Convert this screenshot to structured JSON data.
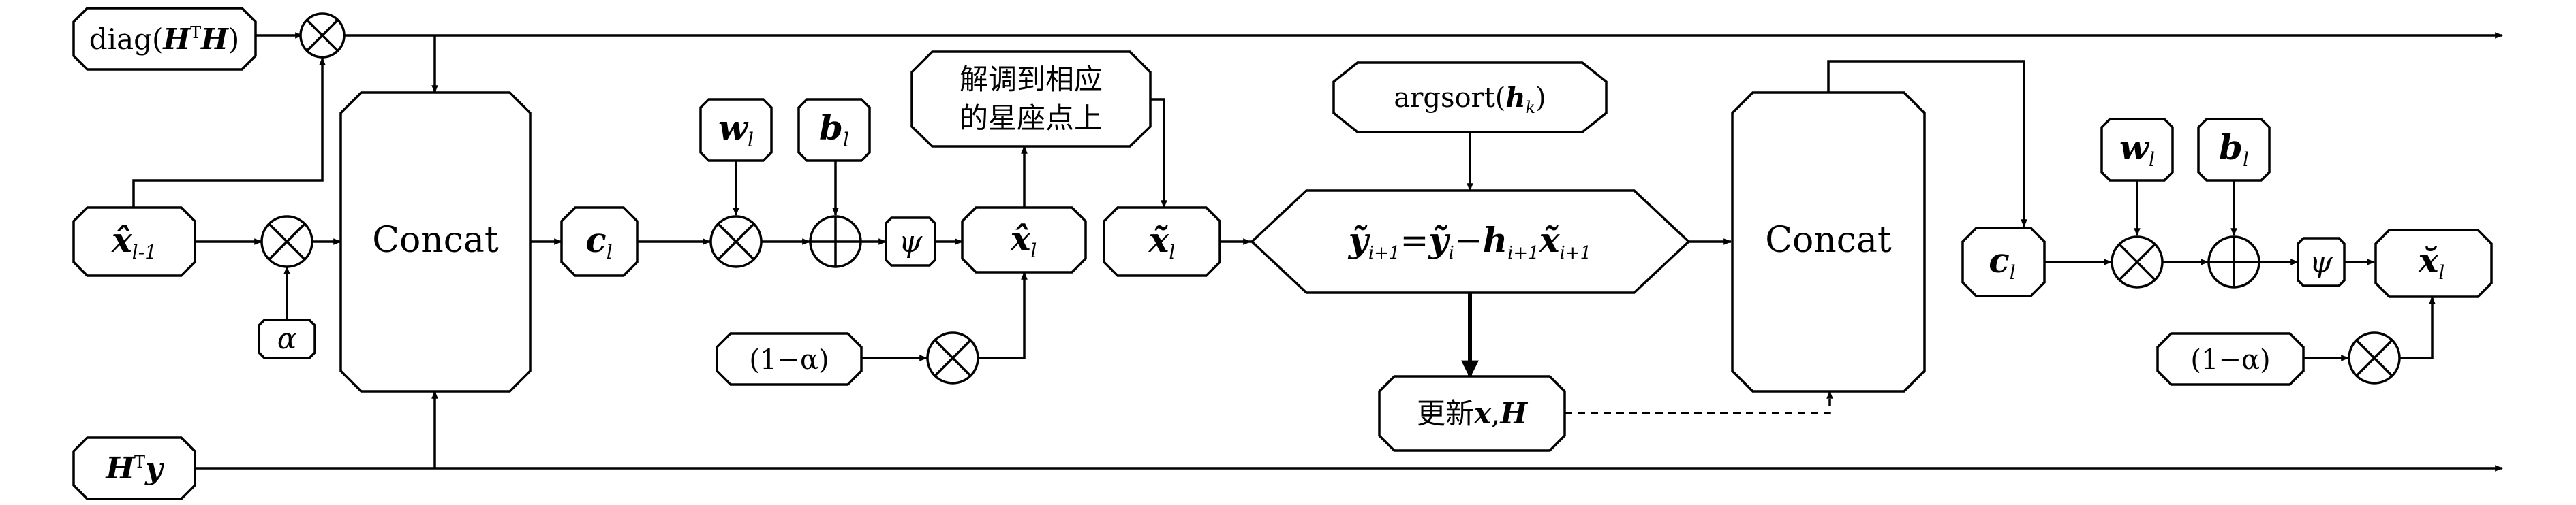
{
  "nodes": {
    "diag_input": {
      "pre": "diag(",
      "h": "H",
      "t": "T",
      "h2": "H",
      "post": ")"
    },
    "hty_input": {
      "h": "H",
      "t": "T",
      "y": "y"
    },
    "x_prev": {
      "x": "x̂",
      "sub": "l-1"
    },
    "alpha": "α",
    "concat1": "Concat",
    "c_l_1": {
      "v": "c",
      "sub": "l"
    },
    "w_l_1": {
      "v": "w",
      "sub": "l"
    },
    "b_l_1": {
      "v": "b",
      "sub": "l"
    },
    "psi_1": "ψ",
    "x_hat_l": {
      "v": "x̂",
      "sub": "l"
    },
    "demod": {
      "line1": "解调到相应",
      "line2": "的星座点上"
    },
    "one_minus_alpha_1": "(1−α)",
    "x_tilde_l": {
      "v": "x̃",
      "sub": "l"
    },
    "update_eq": {
      "lhs": "ỹ",
      "lhs_sub": "i+1",
      "eq": "=",
      "y2": "ỹ",
      "y2_sub": "i",
      "minus": "−",
      "h": "h",
      "h_sub": "i+1",
      "x": "x̃",
      "x_sub": "i+1"
    },
    "argsort": {
      "pre": "argsort(",
      "h": "h",
      "sub": "k",
      "post": ")"
    },
    "update_xh": {
      "pre": "更新",
      "x": "x",
      "sep": ",",
      "h": "H"
    },
    "concat2": "Concat",
    "c_l_2": {
      "v": "c",
      "sub": "l"
    },
    "w_l_2": {
      "v": "w",
      "sub": "l"
    },
    "b_l_2": {
      "v": "b",
      "sub": "l"
    },
    "psi_2": "ψ",
    "x_breve_l": {
      "v": "x̆",
      "sub": "l"
    },
    "one_minus_alpha_2": "(1−α)"
  },
  "colors": {
    "stroke": "#000000",
    "fill": "#ffffff"
  }
}
